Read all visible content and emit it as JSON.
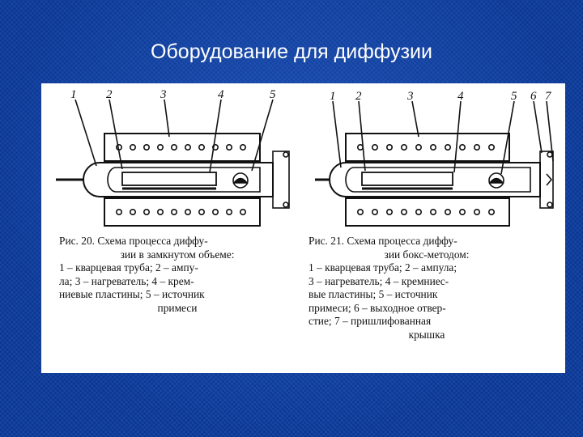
{
  "slide": {
    "title": "Оборудование для диффузии"
  },
  "figures": [
    {
      "part_numbers": [
        "1",
        "2",
        "3",
        "4",
        "5"
      ],
      "caption": {
        "line1": "Рис. 20. Схема процесса диффу-",
        "line2": "зии в замкнутом объеме:",
        "line3": "1 – кварцевая труба; 2 – ампу-",
        "line4": "ла; 3 – нагреватель; 4 – крем-",
        "line5": "ниевые пластины; 5 – источник",
        "line6": "примеси"
      }
    },
    {
      "part_numbers": [
        "1",
        "2",
        "3",
        "4",
        "5",
        "6",
        "7"
      ],
      "caption": {
        "line1": "Рис. 21. Схема процесса диффу-",
        "line2": "зии бокс-методом:",
        "line3": "1 – кварцевая труба; 2 – ампула;",
        "line4": "3 – нагреватель; 4 – кремниeс-",
        "line5": "вые пластины; 5 – источник",
        "line6": "примеси; 6 – выходное отвер-",
        "line7": "стие; 7 – пришлифованная",
        "line8": "крышка"
      }
    }
  ]
}
